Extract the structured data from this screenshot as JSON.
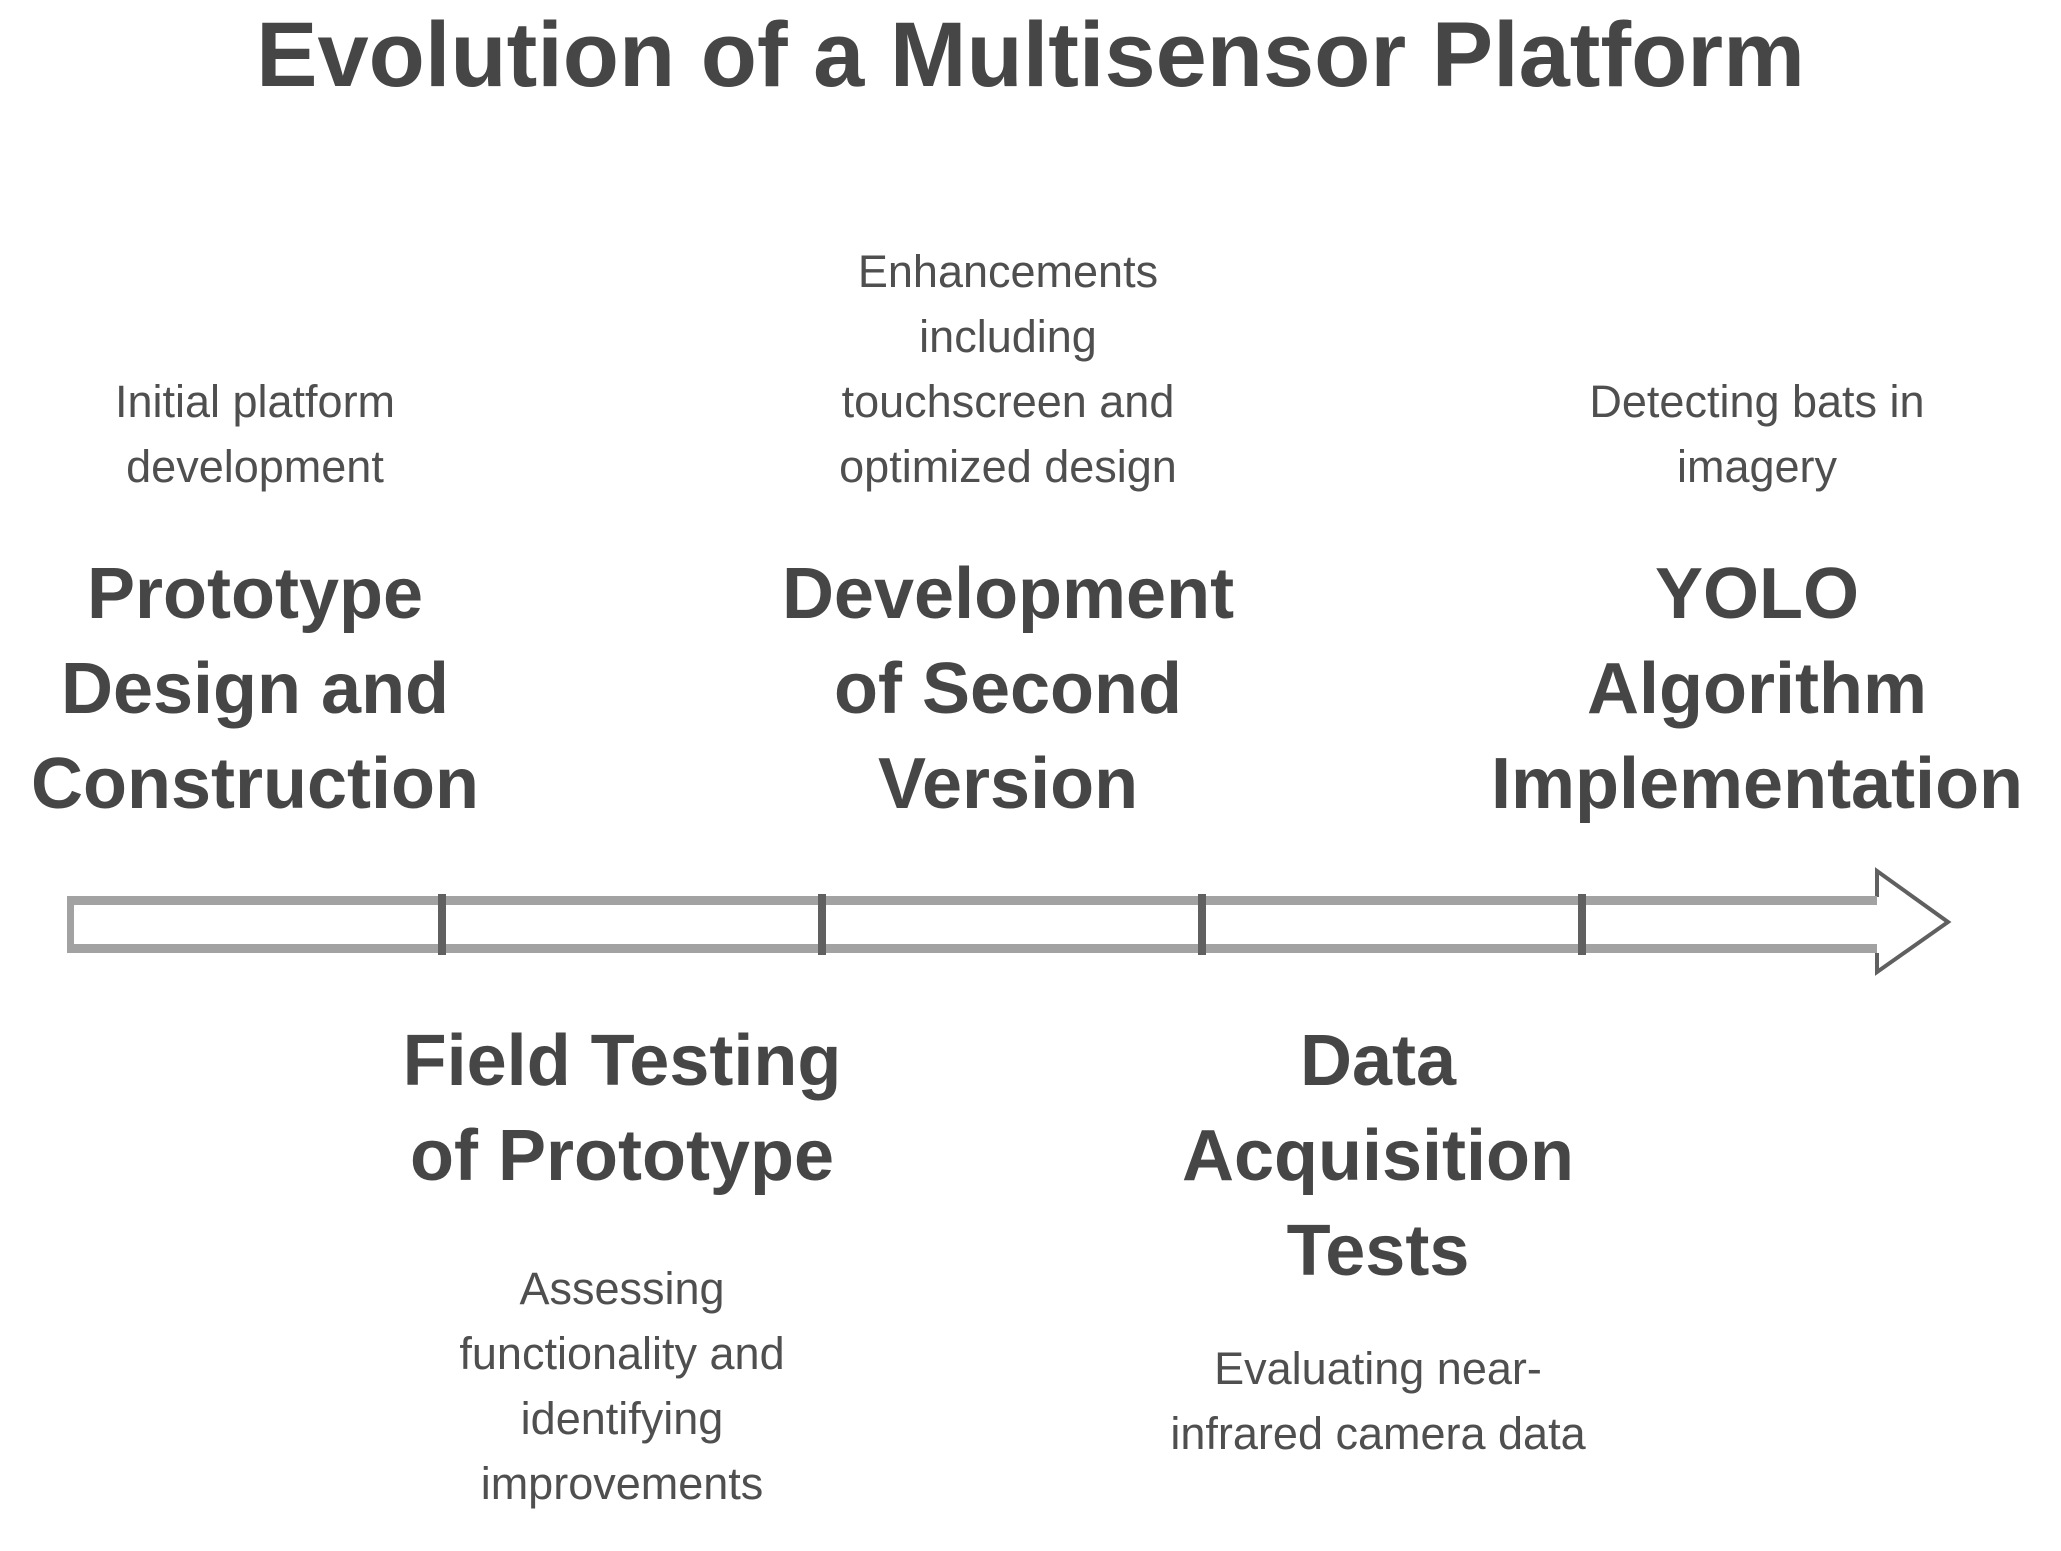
{
  "title": {
    "text": "Evolution of a Multisensor Platform"
  },
  "colors": {
    "heading_text": "#464646",
    "description_text": "#4f4f4f",
    "arrow_band": "#a2a2a2",
    "arrow_divider": "#606060",
    "arrow_outline": "#606060",
    "arrow_fill": "#ffffff",
    "background": "#ffffff"
  },
  "timeline": {
    "direction": "left-to-right",
    "segments": 5
  },
  "stages": [
    {
      "position": "above",
      "title": "Prototype\nDesign and\nConstruction",
      "description": "Initial platform\ndevelopment"
    },
    {
      "position": "below",
      "title": "Field Testing\nof Prototype",
      "description": "Assessing\nfunctionality and\nidentifying\nimprovements"
    },
    {
      "position": "above",
      "title": "Development\nof Second\nVersion",
      "description": "Enhancements\nincluding\ntouchscreen and\noptimized design"
    },
    {
      "position": "below",
      "title": "Data\nAcquisition\nTests",
      "description": "Evaluating near-\ninfrared camera data"
    },
    {
      "position": "above",
      "title": "YOLO\nAlgorithm\nImplementation",
      "description": "Detecting bats in\nimagery"
    }
  ]
}
